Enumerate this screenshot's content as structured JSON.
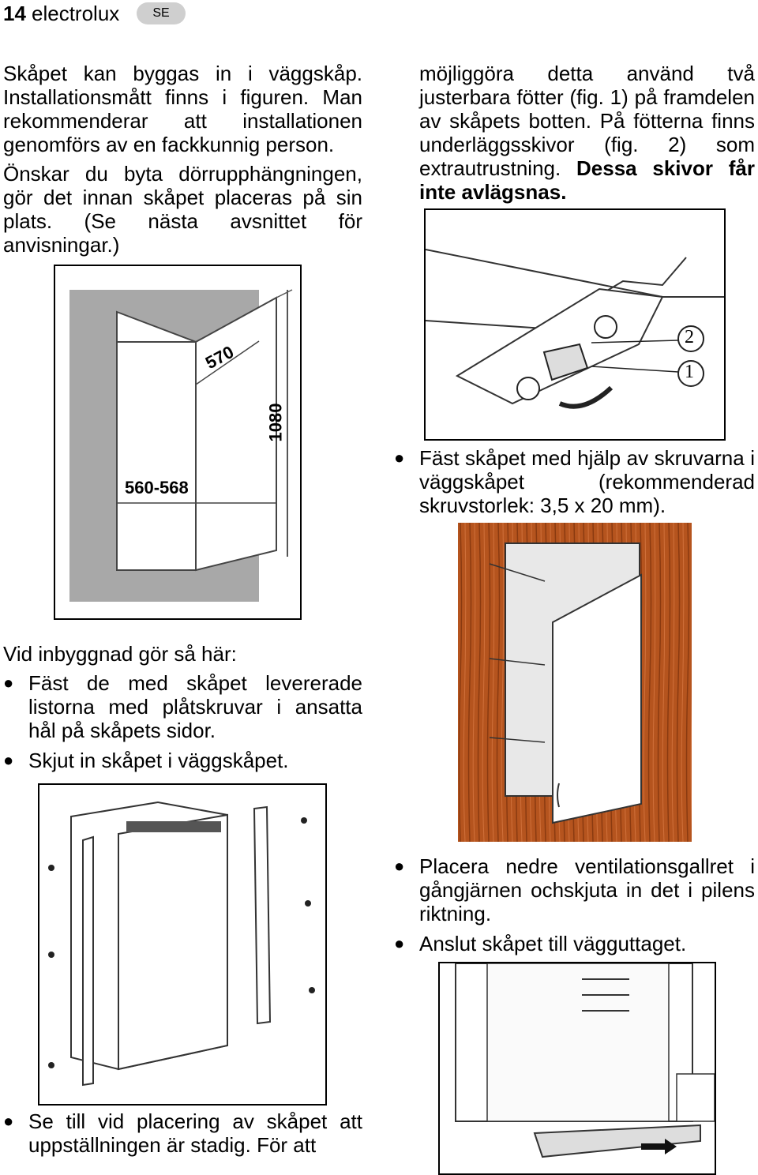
{
  "header": {
    "page_number": "14",
    "brand": "electrolux",
    "lang_badge": "SE"
  },
  "left": {
    "intro": "Skåpet kan byggas in i väggskåp. Installationsmått finns i figuren. Man rekommenderar att installationen genomförs av en fackkunnig person.",
    "door_note": "Önskar du byta dörrupphängningen, gör det innan skåpet placeras på sin plats. (Se nästa avsnittet för anvisningar.)",
    "dim_width": "560-568",
    "dim_depth": "570",
    "dim_height": "1080",
    "builtin_heading": "Vid inbyggnad gör så här:",
    "steps": [
      "Fäst de med skåpet levererade listorna med plåtskruvar i ansatta hål på skåpets sidor.",
      "Skjut in skåpet i väggskåpet."
    ],
    "stable_note": "Se till vid placering av skåpet att uppställningen är stadig. För att"
  },
  "right": {
    "feet_text": "möjliggöra detta använd två justerbara fötter (fig. 1) på framdelen av skåpets botten. På fötterna finns underläggsskivor (fig. 2) som extrautrustning.",
    "feet_bold": "Dessa skivor får inte avlägsnas.",
    "callout_2": "2",
    "callout_1": "1",
    "screw_note": "Fäst skåpet med hjälp av skruvarna i väggskåpet (rekommenderad skruvstorlek: 3,5 x 20 mm).",
    "final_steps": [
      "Placera nedre ventilationsgallret i gångjärnen ochskjuta in det i pilens riktning.",
      "Anslut skåpet till vägguttaget."
    ]
  },
  "colors": {
    "badge": "#cfcfcf",
    "niche_gray": "#a8a8a8",
    "wood": "#b5541e"
  },
  "bullet_glyph": "●"
}
